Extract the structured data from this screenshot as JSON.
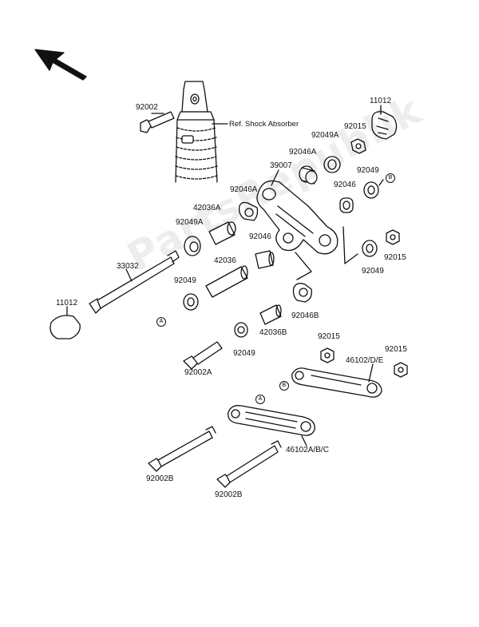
{
  "watermark": "PartsRepublik",
  "labels": {
    "p92002": "92002",
    "ref_shock": "Ref. Shock Absorber",
    "p11012_top": "11012",
    "p92015_top": "92015",
    "p92049A_top": "92049A",
    "p92046A_top": "92046A",
    "p39007": "39007",
    "p92049_r": "92049",
    "p92046_r": "92046",
    "p92046A_l": "92046A",
    "p42036A": "42036A",
    "p92049A_l": "92049A",
    "p92046_c": "92046",
    "p92015_r": "92015",
    "p92049_r2": "92049",
    "p33032": "33032",
    "p42036": "42036",
    "p92049_l": "92049",
    "p11012_l": "11012",
    "p92046B": "92046B",
    "p42036B": "42036B",
    "p92049_c": "92049",
    "p92002A": "92002A",
    "p92015_m": "92015",
    "p92015_m2": "92015",
    "p46102DE": "46102/D/E",
    "p46102ABC": "46102A/B/C",
    "p92002B_l": "92002B",
    "p92002B_r": "92002B"
  },
  "markers": {
    "a": "A",
    "b": "B"
  }
}
